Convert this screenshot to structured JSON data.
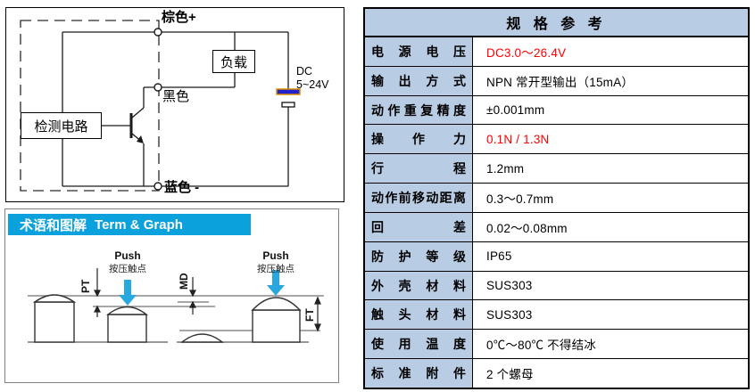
{
  "circuit_panel": {
    "labels": {
      "brown_plus": "棕色+",
      "load": "负载",
      "black": "黑色",
      "dc": "DC",
      "dc_voltage": "5~24V",
      "detect_circuit": "检测电路",
      "blue_minus": "蓝色 -"
    }
  },
  "term_panel": {
    "title_zh": "术语和图解",
    "title_en": "Term & Graph",
    "push_label": "Push",
    "push_sub": "按压触点",
    "dims": {
      "pt": "PT",
      "md": "MD",
      "ft": "FT"
    }
  },
  "spec_table": {
    "title": "规 格 参 考",
    "rows": [
      {
        "label": "电 源 电 压",
        "value": "DC3.0～26.4V",
        "red": true
      },
      {
        "label": "输 出 方 式",
        "value": "NPN 常开型输出（15mA）",
        "red": false
      },
      {
        "label": "动 作 重 复 精 度",
        "value": "±0.001mm",
        "red": false
      },
      {
        "label": "操 作 力",
        "value": "0.1N / 1.3N",
        "red": true
      },
      {
        "label": "行 程",
        "value": "1.2mm",
        "red": false
      },
      {
        "label": "动作前移动距离",
        "value": "0.3～0.7mm",
        "red": false
      },
      {
        "label": "回 差",
        "value": "0.02～0.08mm",
        "red": false
      },
      {
        "label": "防 护 等 级",
        "value": "IP65",
        "red": false
      },
      {
        "label": "外 壳 材 料",
        "value": "SUS303",
        "red": false
      },
      {
        "label": "触 头 材 料",
        "value": "SUS303",
        "red": false
      },
      {
        "label": "使 用 温 度",
        "value": "0℃～80℃ 不得结冰",
        "red": false
      },
      {
        "label": "标 准 附 件",
        "value": "2 个螺母",
        "red": false
      }
    ]
  },
  "colors": {
    "table_header_bg": "#b8cce4",
    "red_text": "#ff0000",
    "term_bar_bg": "#0ba1dd",
    "push_arrow": "#29a8e0",
    "battery_fill": "#2222cc",
    "battery_edge": "#d89000"
  }
}
